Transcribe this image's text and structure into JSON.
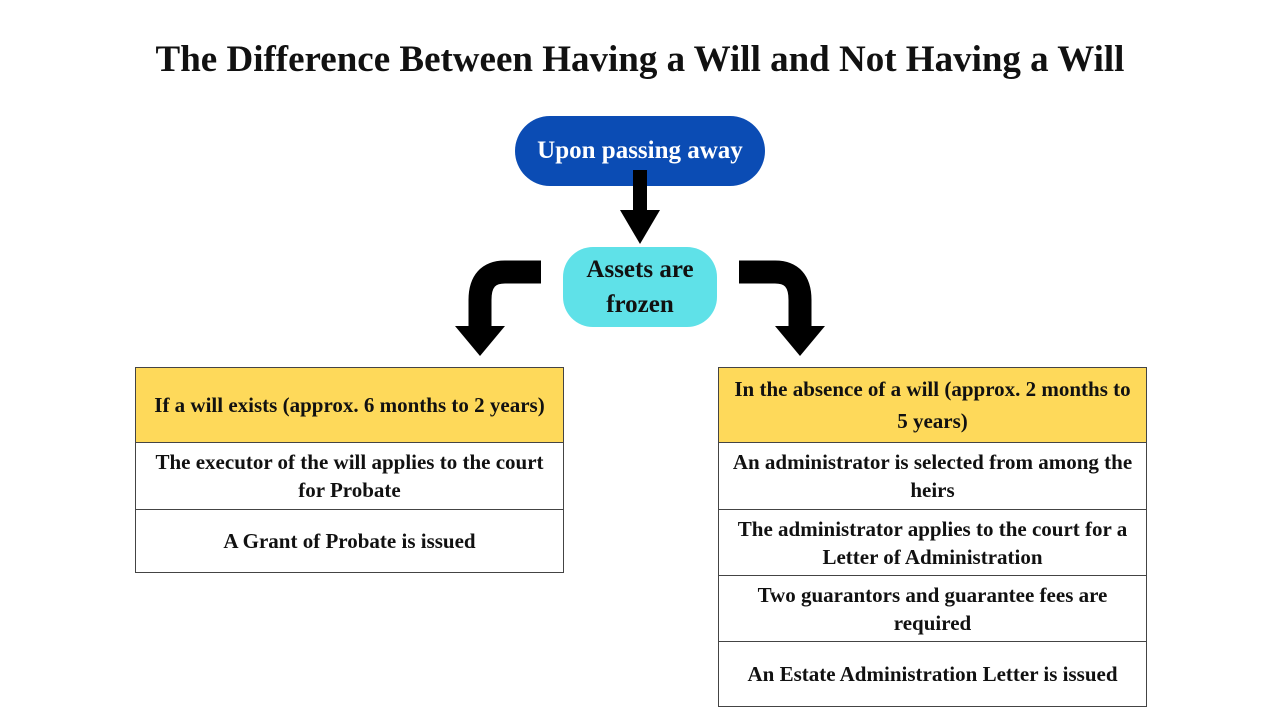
{
  "title": "The Difference Between Having a Will and Not Having a Will",
  "start_node": "Upon passing away",
  "middle_node": "Assets are frozen",
  "with_will": {
    "header": "If a will exists (approx. 6 months to 2 years)",
    "steps": [
      "The executor of the will applies to the court for Probate",
      "A Grant of Probate is issued"
    ]
  },
  "without_will": {
    "header": "In the absence of a will (approx. 2 months to 5 years)",
    "steps": [
      "An administrator is selected from among the heirs",
      "The administrator applies to the court for a Letter of Administration",
      "Two guarantors and guarantee fees are required",
      "An Estate Administration Letter is issued"
    ]
  },
  "colors": {
    "start": "#0b4cb4",
    "middle": "#5fe1e8",
    "header": "#fed95a"
  }
}
